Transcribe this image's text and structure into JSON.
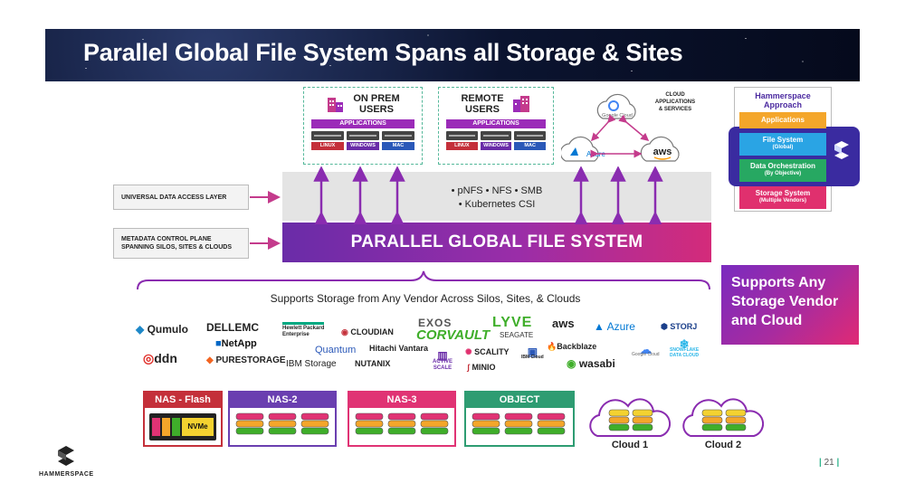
{
  "title": "Parallel Global File System Spans all Storage & Sites",
  "on_prem": {
    "title_line1": "ON PREM",
    "title_line2": "USERS",
    "apps": "APPLICATIONS",
    "os": [
      "LINUX",
      "WINDOWS",
      "MAC"
    ]
  },
  "remote": {
    "title_line1": "REMOTE",
    "title_line2": "USERS",
    "apps": "APPLICATIONS",
    "os": [
      "LINUX",
      "WINDOWS",
      "MAC"
    ]
  },
  "cloud_apps": {
    "label_line1": "CLOUD",
    "label_line2": "APPLICATIONS",
    "label_line3": "& SERVICES",
    "google": "Google Cloud",
    "azure": "Azure",
    "aws": "aws"
  },
  "layers": {
    "access_label": "UNIVERSAL DATA ACCESS LAYER",
    "metadata_label_line1": "METADATA CONTROL PLANE",
    "metadata_label_line2": "SPANNING SILOS, SITES & CLOUDS",
    "protocols_line1": "• pNFS   • NFS   • SMB",
    "protocols_line2": "• Kubernetes CSI",
    "pgfs": "PARALLEL GLOBAL FILE SYSTEM"
  },
  "approach": {
    "title_line1": "Hammerspace",
    "title_line2": "Approach",
    "items": [
      {
        "label": "Applications",
        "sub": "",
        "color": "#f4a62a"
      },
      {
        "label": "File System",
        "sub": "(Global)",
        "color": "#2aa4e4"
      },
      {
        "label": "Data Orchestration",
        "sub": "(By Objective)",
        "color": "#27a862"
      },
      {
        "label": "Storage System",
        "sub": "(Multiple Vendors)",
        "color": "#e0306e"
      }
    ]
  },
  "supports_box": {
    "line1": "Supports Any",
    "line2": "Storage Vendor",
    "line3": "and Cloud"
  },
  "supports_caption": "Supports Storage from Any Vendor Across Silos, Sites, & Clouds",
  "vendors": {
    "qumulo": "Qumulo",
    "ddn": "ddn",
    "dellemc": "DELLEMC",
    "netapp": "NetApp",
    "purestorage": "PURESTORAGE",
    "hpe_line1": "Hewlett Packard",
    "hpe_line2": "Enterprise",
    "quantum": "Quantum",
    "ibm": "IBM Storage",
    "cloudian": "CLOUDIAN",
    "hitachi": "Hitachi Vantara",
    "nutanix": "NUTANIX",
    "exos": "EXOS",
    "corvault": "CORVAULT",
    "activescale_line1": "ACTIVE",
    "activescale_line2": "SCALE",
    "scality": "SCALITY",
    "minio": "MINIO",
    "ibmcloud": "IBM Cloud",
    "lyve": "LYVE",
    "seagate": "SEAGATE",
    "aws": "aws",
    "backblaze": "Backblaze",
    "wasabi": "wasabi",
    "azure": "Azure",
    "googlecloud": "Google Cloud",
    "storj": "STORJ",
    "snowflake_line1": "SNOWFLAKE",
    "snowflake_line2": "DATA CLOUD"
  },
  "tiers": [
    {
      "label": "NAS - Flash",
      "color": "#c4303a"
    },
    {
      "label": "NAS-2",
      "color": "#6a3fb0"
    },
    {
      "label": "NAS-3",
      "color": "#e03374"
    },
    {
      "label": "OBJECT",
      "color": "#2e9c72"
    }
  ],
  "nvme_label": "NVMe",
  "clouds": [
    "Cloud 1",
    "Cloud 2"
  ],
  "footer_brand": "HAMMERSPACE",
  "page_number": "21"
}
